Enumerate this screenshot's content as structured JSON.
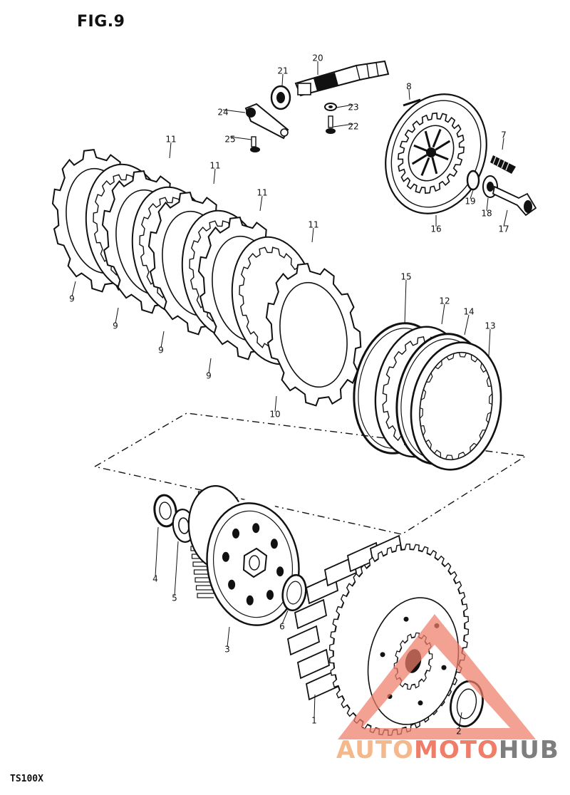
{
  "figure": {
    "title": "FIG.9",
    "model": "TS100X"
  },
  "watermark": {
    "part1": "AUTO",
    "part2": "MOTO",
    "part3": "HUB",
    "colors": [
      "#f5b88a",
      "#ef7d68",
      "#7e7e7e"
    ]
  },
  "callouts": [
    {
      "id": "c1",
      "text": "1"
    },
    {
      "id": "c2",
      "text": "2"
    },
    {
      "id": "c3",
      "text": "3"
    },
    {
      "id": "c4",
      "text": "4"
    },
    {
      "id": "c5",
      "text": "5"
    },
    {
      "id": "c6",
      "text": "6"
    },
    {
      "id": "c7",
      "text": "7"
    },
    {
      "id": "c8",
      "text": "8"
    },
    {
      "id": "c9a",
      "text": "9"
    },
    {
      "id": "c9b",
      "text": "9"
    },
    {
      "id": "c9c",
      "text": "9"
    },
    {
      "id": "c9d",
      "text": "9"
    },
    {
      "id": "c10",
      "text": "10"
    },
    {
      "id": "c11a",
      "text": "11"
    },
    {
      "id": "c11b",
      "text": "11"
    },
    {
      "id": "c11c",
      "text": "11"
    },
    {
      "id": "c11d",
      "text": "11"
    },
    {
      "id": "c12",
      "text": "12"
    },
    {
      "id": "c13",
      "text": "13"
    },
    {
      "id": "c14",
      "text": "14"
    },
    {
      "id": "c15",
      "text": "15"
    },
    {
      "id": "c16",
      "text": "16"
    },
    {
      "id": "c17",
      "text": "17"
    },
    {
      "id": "c18",
      "text": "18"
    },
    {
      "id": "c19",
      "text": "19"
    },
    {
      "id": "c20",
      "text": "20"
    },
    {
      "id": "c21",
      "text": "21"
    },
    {
      "id": "c22",
      "text": "22"
    },
    {
      "id": "c23",
      "text": "23"
    },
    {
      "id": "c24",
      "text": "24"
    },
    {
      "id": "c25",
      "text": "25"
    }
  ]
}
